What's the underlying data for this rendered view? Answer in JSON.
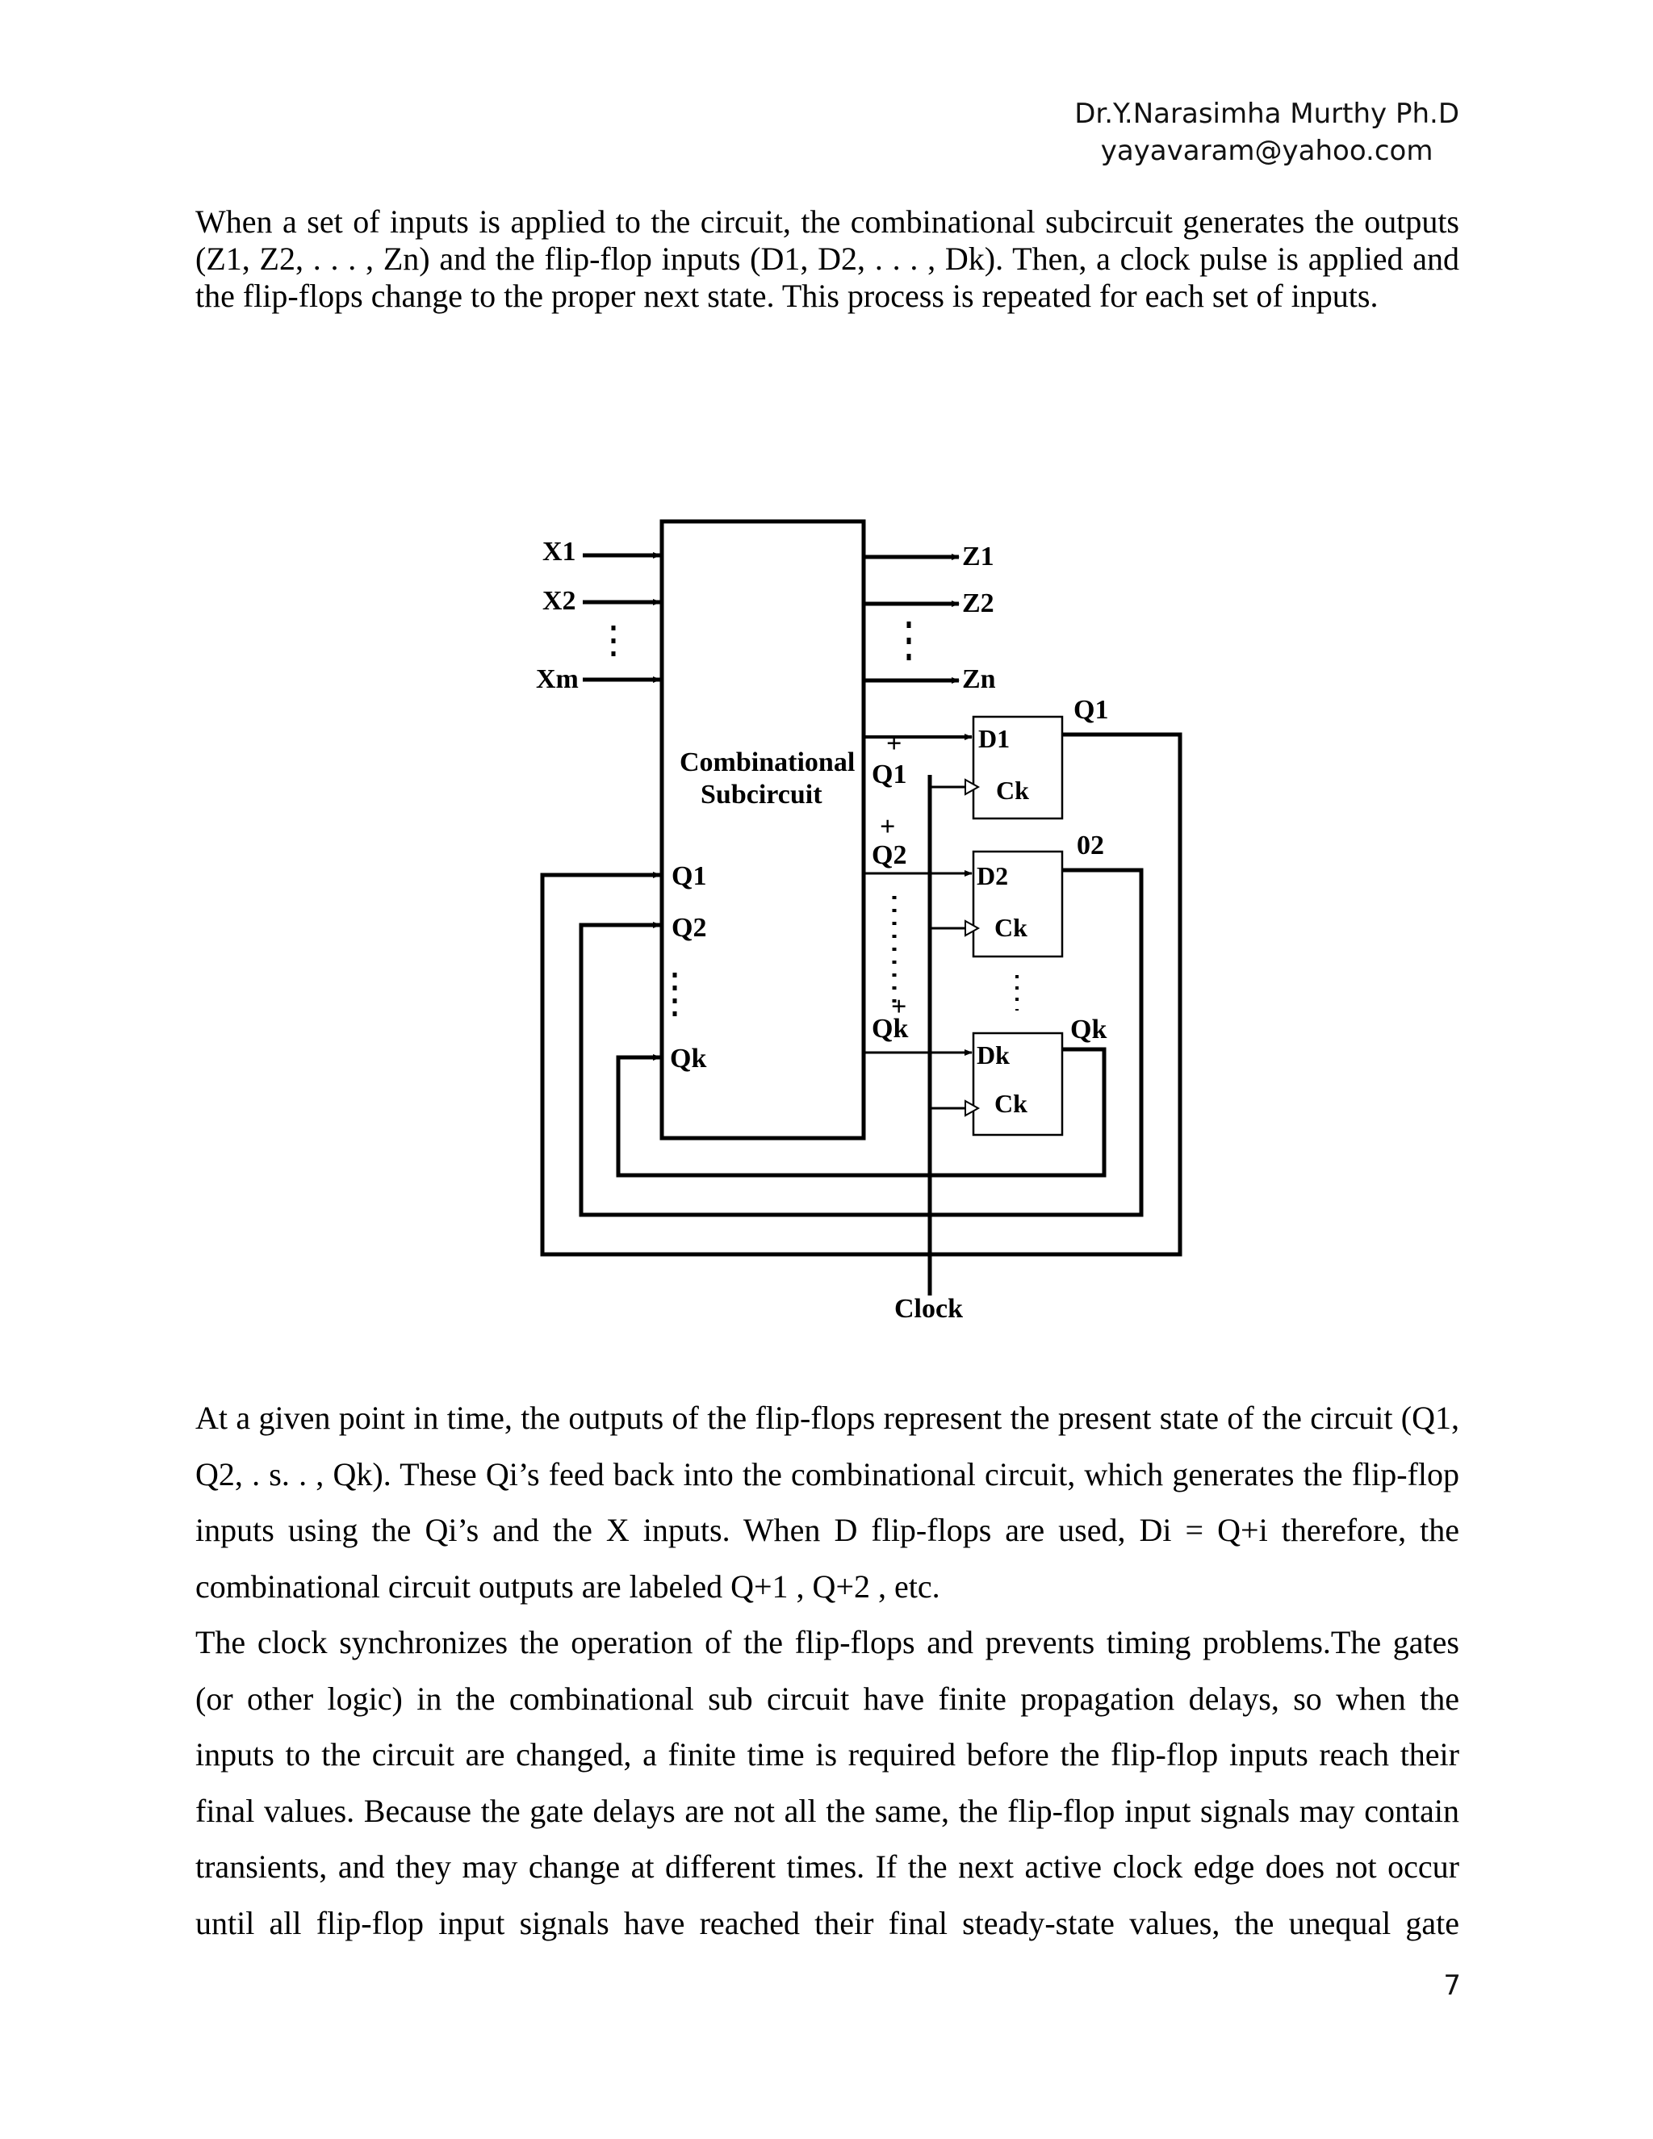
{
  "header": {
    "author": "Dr.Y.Narasimha Murthy Ph.D",
    "email": "yayavaram@yahoo.com"
  },
  "intro": {
    "lines": [
      "When a set of inputs is applied to the circuit, the combinational subcircuit generates  the outputs",
      "(Z1, Z2, . . . , Zn) and the flip-flop inputs (D1, D2, . . . , Dk). Then, a clock pulse is applied and",
      "the flip-flops change to the proper next state. This process is repeated for each set of inputs."
    ]
  },
  "diagram": {
    "block_label_1": "Combinational",
    "block_label_2": "Subcircuit",
    "inputs": [
      "X1",
      "X2",
      "Xm"
    ],
    "outputs": [
      "Z1",
      "Z2",
      "Zn"
    ],
    "next_state": [
      "Q1",
      "Q2",
      "Qk"
    ],
    "plus": "+",
    "feedback_inputs": [
      "Q1",
      "Q2",
      "Qk"
    ],
    "ff_d": [
      "D1",
      "D2",
      "Dk"
    ],
    "ff_ck": [
      "Ck",
      "Ck",
      "Ck"
    ],
    "ff_outputs": [
      "Q1",
      "02",
      "Qk"
    ],
    "clock": "Clock"
  },
  "body": {
    "line1": "At a given point in time, the outputs of the flip-flops represent the present state of the circuit (Q1,",
    "line2": "Q2, .  s. . , Qk). These Qi’s feed back into the combinational circuit, which generates the flip-flop",
    "line3": "inputs using  the Qi’s and the X inputs. When D flip-flops are used, Di = Q+i   therefore, the",
    "line4": "combinational circuit outputs are labeled Q+1 , Q+2 , etc.",
    "line5": "The clock synchronizes the operation of the flip-flops and prevents timing problems.The gates",
    "line6": "(or other logic)  in the combinational sub circuit have finite propagation delays, so when the",
    "line7": "inputs to the circuit are changed, a finite time is required before the flip-flop inputs reach their",
    "line8": "final values. Because the gate delays are not all the same, the flip-flop input signals may contain",
    "line9": "transients, and they may change at different times. If the next active clock edge does not occur",
    "line10": "until all flip-flop input signals have reached their final steady-state values, the unequal gate"
  },
  "page_number": "7"
}
